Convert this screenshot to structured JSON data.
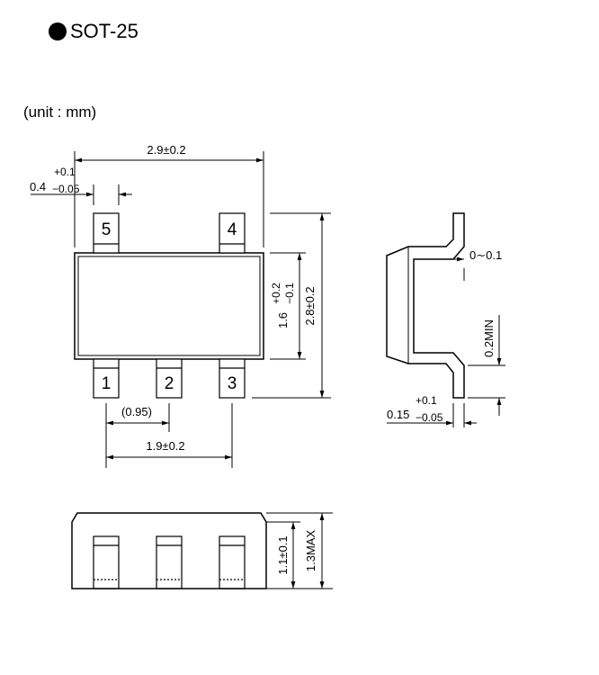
{
  "title": "SOT-25",
  "unit_note": "(unit : mm)",
  "top_view": {
    "pins": [
      "1",
      "2",
      "3",
      "4",
      "5"
    ],
    "dim_width": "2.9±0.2",
    "dim_lead_width_base": "0.4",
    "dim_lead_width_plus": "+0.1",
    "dim_lead_width_minus": "−0.05",
    "dim_body_height_base": "1.6",
    "dim_body_height_plus": "+0.2",
    "dim_body_height_minus": "−0.1",
    "dim_total_height": "2.8±0.2",
    "dim_pitch": "(0.95)",
    "dim_span": "1.9±0.2"
  },
  "side_view": {
    "dim_standoff": "0∼0.1",
    "dim_foot_min": "0.2MIN",
    "dim_lead_thk_base": "0.15",
    "dim_lead_thk_plus": "+0.1",
    "dim_lead_thk_minus": "−0.05"
  },
  "front_view": {
    "dim_body_thk": "1.1±0.1",
    "dim_max_height": "1.3MAX"
  }
}
